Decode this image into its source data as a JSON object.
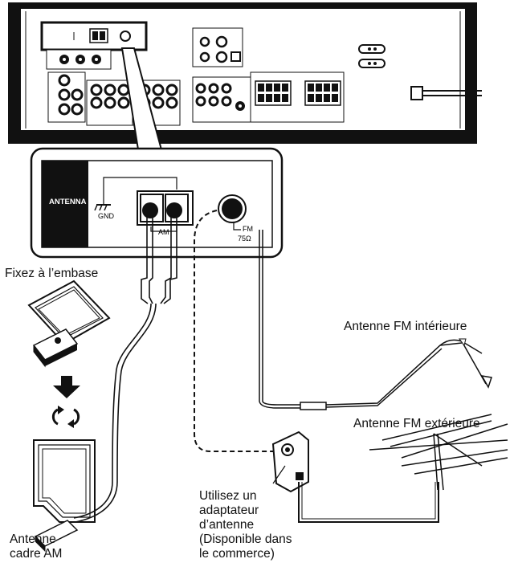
{
  "panel": {
    "antenna_label": "ANTENNA",
    "gnd_label": "GND",
    "am_label": "AM",
    "fm_label": "FM",
    "fm_impedance": "75Ω"
  },
  "labels": {
    "attach_base": "Fixez à l’embase",
    "fm_indoor": "Antenne FM intérieure",
    "fm_outdoor": "Antenne FM extérieure",
    "adapter_line1": "Utilisez un",
    "adapter_line2": "adaptateur",
    "adapter_line3": "d’antenne",
    "adapter_line4": "(Disponible dans",
    "adapter_line5": "le commerce)",
    "am_loop_line1": "Antenne",
    "am_loop_line2": "cadre AM"
  },
  "icons": [
    "down-arrow-icon",
    "rotate-arrows-icon"
  ]
}
